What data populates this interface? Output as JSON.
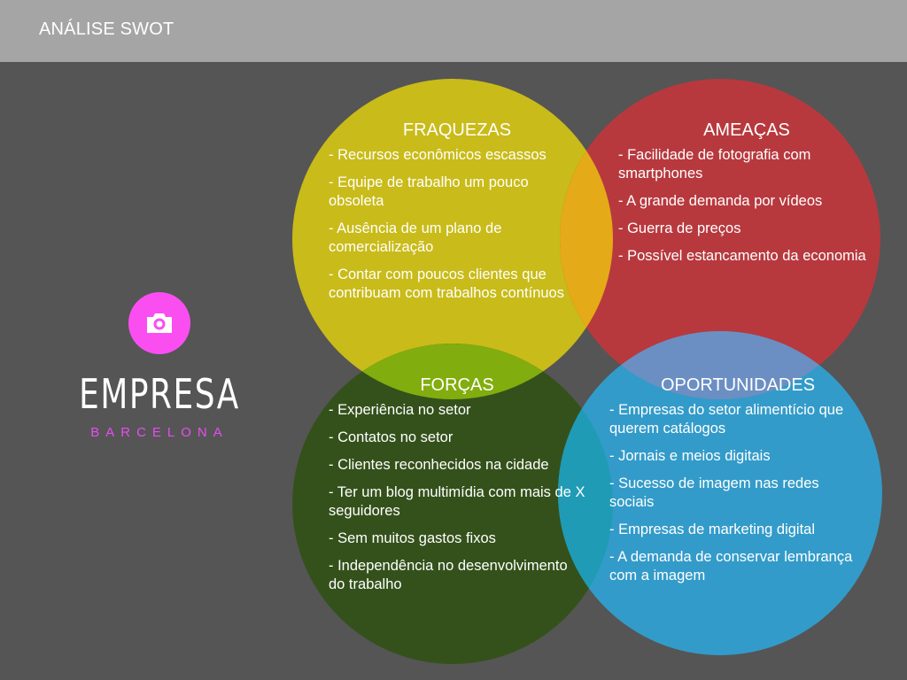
{
  "header": {
    "title": "ANÁLISE SWOT"
  },
  "brand": {
    "icon": "camera-icon",
    "icon_bg_color": "#fb4ef1",
    "name": "EMPRESA",
    "city": "BARCELONA",
    "city_color": "#e54ef0"
  },
  "swot": {
    "weaknesses": {
      "title": "FRAQUEZAS",
      "color": "#c9b81f",
      "items": [
        "- Recursos econômicos escassos",
        "- Equipe de trabalho um pouco obsoleta",
        "- Ausência de um plano de comercialização",
        "- Contar com poucos clientes que contribuam com trabalhos contínuos"
      ]
    },
    "threats": {
      "title": "AMEAÇAS",
      "color": "#b83a3e",
      "items": [
        "- Facilidade de fotografia com smartphones",
        "- A grande demanda por vídeos",
        "- Guerra de preços",
        "- Possível estancamento da economia"
      ]
    },
    "strengths": {
      "title": "FORÇAS",
      "color": "#37521c",
      "items": [
        "- Experiência no setor",
        "- Contatos no setor",
        "- Clientes reconhecidos na cidade",
        "- Ter um blog multimídia com mais de X seguidores",
        "- Sem muitos gastos fixos",
        "- Independência no desenvolvimento do trabalho"
      ]
    },
    "opportunities": {
      "title": "OPORTUNIDADES",
      "color": "#309ecd",
      "items": [
        "- Empresas do setor alimentício que querem catálogos",
        "- Jornais e meios digitais",
        "- Sucesso de imagem nas redes sociais",
        "- Empresas de marketing digital",
        "- A demanda de conservar lembrança com a imagem"
      ]
    }
  }
}
